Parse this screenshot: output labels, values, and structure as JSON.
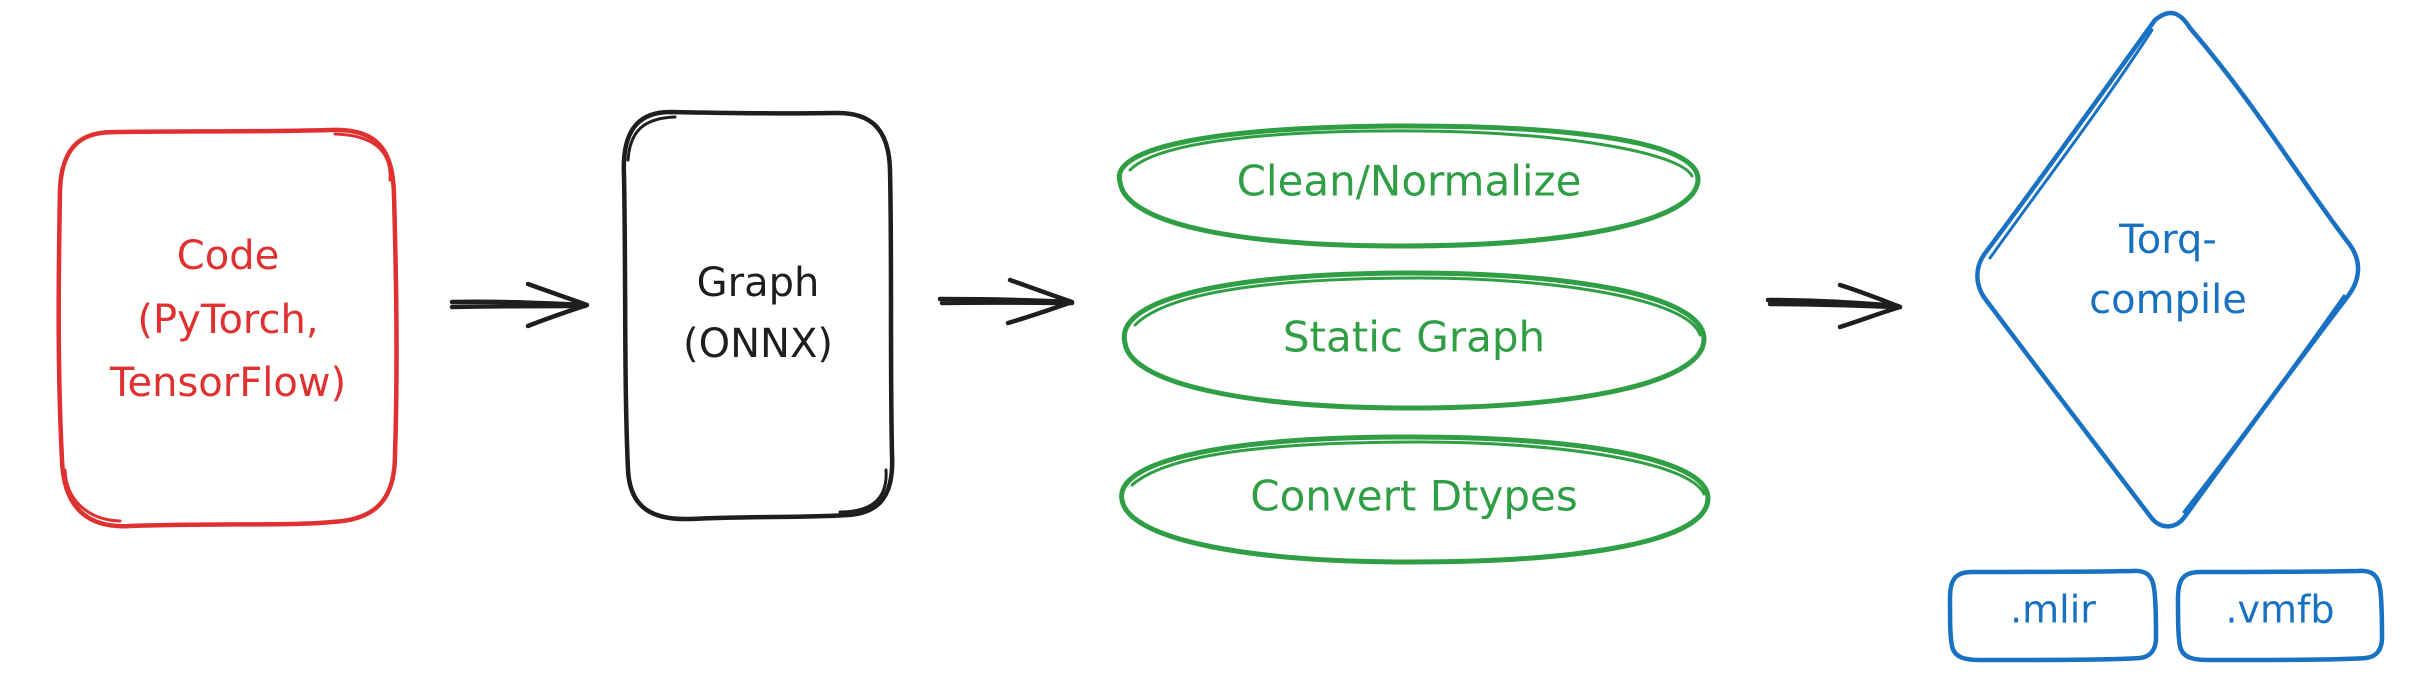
{
  "colors": {
    "code": "#e03131",
    "graph": "#1e1e1e",
    "passes": "#2f9e44",
    "torq": "#1971c2",
    "arrow": "#1e1e1e",
    "background": "#ffffff"
  },
  "nodes": {
    "code": {
      "lines": [
        "Code",
        "(PyTorch,",
        "TensorFlow)"
      ]
    },
    "graph": {
      "lines": [
        "Graph",
        "(ONNX)"
      ]
    },
    "passes": {
      "clean": "Clean/Normalize",
      "static": "Static Graph",
      "convert": "Convert Dtypes"
    },
    "torq": {
      "lines": [
        "Torq-",
        "compile"
      ]
    },
    "outputs": {
      "mlir": ".mlir",
      "vmfb": ".vmfb"
    }
  }
}
